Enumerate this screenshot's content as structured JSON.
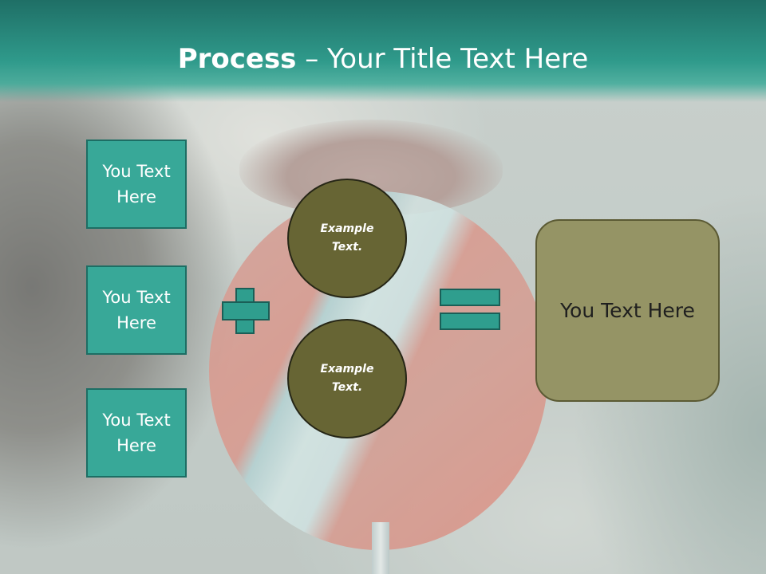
{
  "slide": {
    "title_bold": "Process",
    "title_rest": " – Your Title Text Here"
  },
  "left_boxes": [
    {
      "label": "You Text Here"
    },
    {
      "label": "You Text Here"
    },
    {
      "label": "You Text Here"
    }
  ],
  "circles": [
    {
      "label": "Example Text."
    },
    {
      "label": "Example Text."
    }
  ],
  "result_box": {
    "label": "You Text Here"
  },
  "icons": {
    "operator_plus": "plus-icon",
    "operator_equals": "equals-icon"
  },
  "colors": {
    "header": "#2f9a8b",
    "teal_box": "#38a898",
    "circle_fill": "#676534",
    "result_fill": "#959465"
  }
}
